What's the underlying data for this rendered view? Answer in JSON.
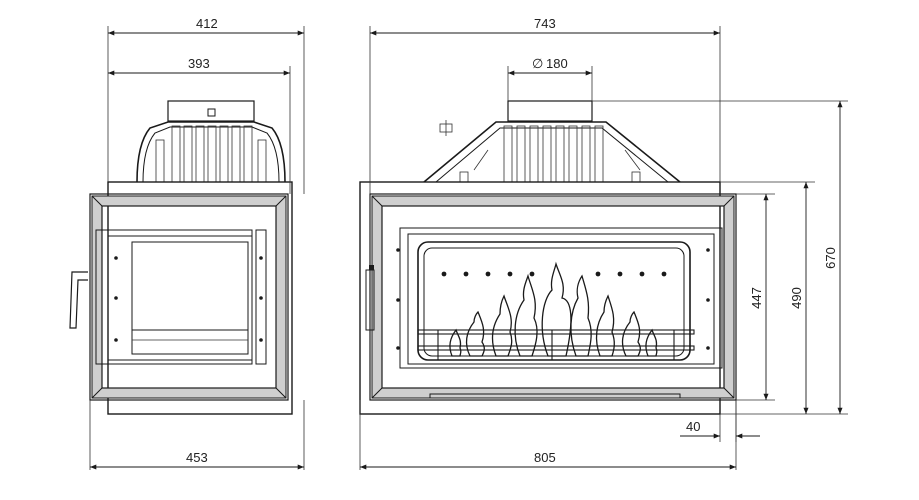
{
  "colors": {
    "line": "#1a1a1a",
    "frame_fill": "#d4d4d4",
    "background": "#ffffff"
  },
  "side_view": {
    "dim_top_overall": "412",
    "dim_top_inner": "393",
    "dim_bottom": "453"
  },
  "front_view": {
    "dim_top_overall": "743",
    "dim_flue": "180",
    "flue_symbol": "∅",
    "dim_bottom": "805",
    "dim_height_opening": "447",
    "dim_height_door": "490",
    "dim_height_total": "670",
    "dim_offset": "40"
  }
}
